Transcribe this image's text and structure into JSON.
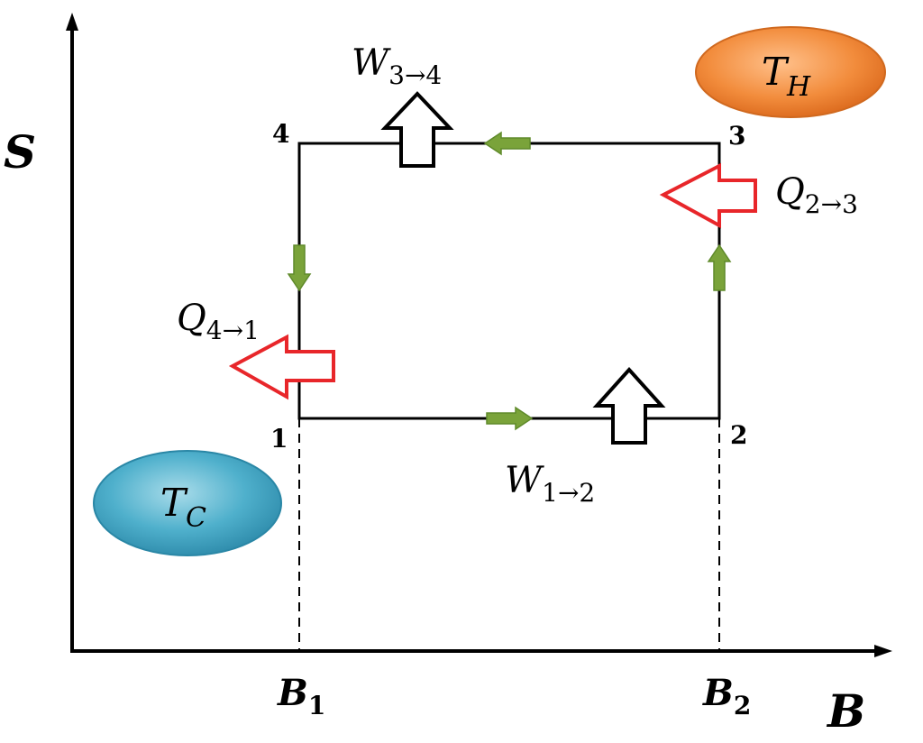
{
  "axes": {
    "y_label": "S",
    "x_label": "B",
    "x_ticks": {
      "b1": {
        "main": "B",
        "sub": "1"
      },
      "b2": {
        "main": "B",
        "sub": "2"
      }
    }
  },
  "points": {
    "p1": "1",
    "p2": "2",
    "p3": "3",
    "p4": "4"
  },
  "reservoirs": {
    "hot": {
      "main": "T",
      "sub": "H",
      "color": "#f08a3a"
    },
    "cold": {
      "main": "T",
      "sub": "C",
      "color": "#3aa3c0"
    }
  },
  "transfers": {
    "w34": {
      "main": "W",
      "sub": "3→4"
    },
    "w12": {
      "main": "W",
      "sub": "1→2"
    },
    "q23": {
      "main": "Q",
      "sub": "2→3"
    },
    "q41": {
      "main": "Q",
      "sub": "4→1"
    }
  },
  "colors": {
    "heat_arrow": "#e8262a",
    "flow_arrow": "#7aa33a",
    "work_arrow": "#000000"
  }
}
